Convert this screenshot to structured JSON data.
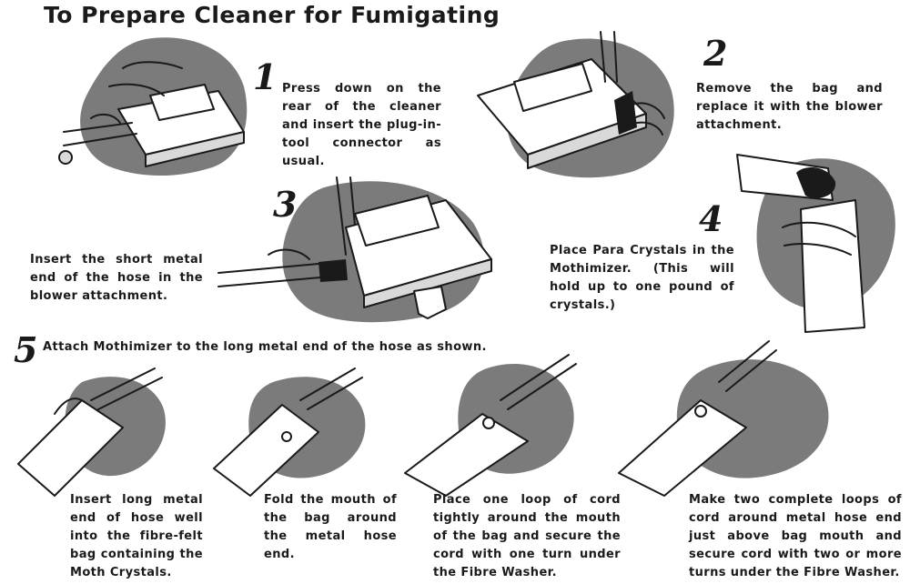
{
  "title": "To Prepare Cleaner for Fumigating",
  "steps": [
    {
      "number": "1",
      "text": "Press down on the rear of the cleaner and insert the plug-in-tool connector as usual."
    },
    {
      "number": "2",
      "text": "Remove the bag and replace it with the blower attachment."
    },
    {
      "number": "3",
      "text": "Insert the short metal end of the hose in the blower attachment."
    },
    {
      "number": "4",
      "text": "Place Para Crystals in the Mothimizer. (This will hold up to one pound of crystals.)"
    },
    {
      "number": "5",
      "text": "Attach Mothimizer to the long metal end of the hose as shown."
    }
  ],
  "substeps": [
    {
      "text": "Insert long metal end of hose well into the fibre-felt bag containing the Moth Crystals."
    },
    {
      "text": "Fold the mouth of the bag around the metal hose end."
    },
    {
      "text": "Place one loop of cord tightly around the mouth of the bag and secure the cord with one turn under the Fibre Washer."
    },
    {
      "text": "Make two complete loops of cord around metal hose end just above bag mouth and secure cord with two or more turns under the Fibre Washer."
    }
  ]
}
